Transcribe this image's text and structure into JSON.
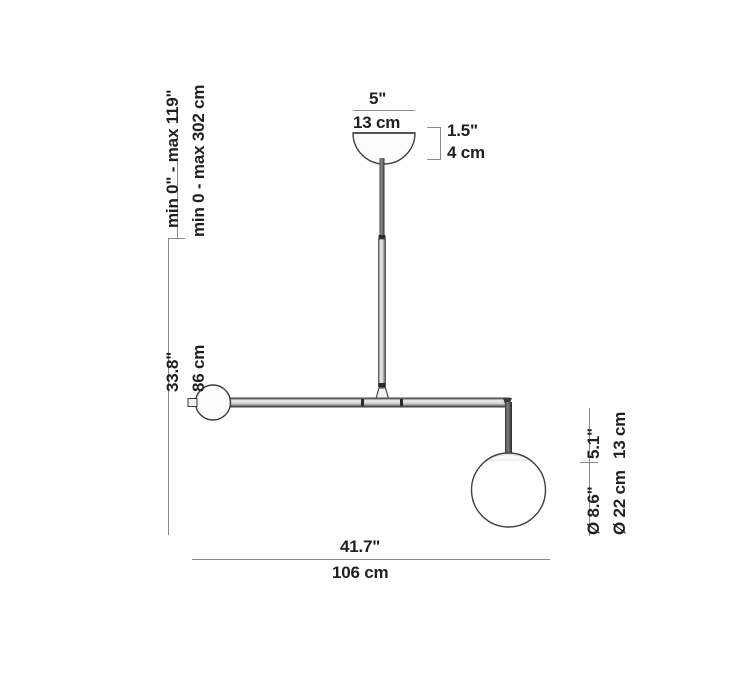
{
  "drawing": {
    "title": "Pendant lamp dimensional drawing",
    "product": "balanced-arm globe pendant lamp",
    "line_color": "#8a8a8a",
    "text_color": "#231f20",
    "background": "#ffffff"
  },
  "dimensions": {
    "suspension_height_in": "min 0\" - max 119\"",
    "suspension_height_cm": "min 0 - max 302 cm",
    "drop_height_in": "33.8\"",
    "drop_height_cm": "86 cm",
    "canopy_diameter_in": "5\"",
    "canopy_diameter_cm": "13 cm",
    "canopy_height_in": "1.5\"",
    "canopy_height_cm": "4 cm",
    "globe_drop_in": "5.1\"",
    "globe_drop_cm": "13 cm",
    "globe_diameter_in": "Ø 8.6\"",
    "globe_diameter_cm": "Ø 22 cm",
    "arm_width_in": "41.7\"",
    "arm_width_cm": "106 cm"
  },
  "parts": {
    "canopy": "ceiling-canopy",
    "stem_upper": "upper-suspension-rod",
    "stem_lower": "lower-suspension-rod",
    "joint": "arm-pivot-joint",
    "arm": "horizontal-arm",
    "counterweight": "counterweight-ball",
    "drop_rod": "globe-drop-rod",
    "globe": "glass-globe-diffuser"
  }
}
